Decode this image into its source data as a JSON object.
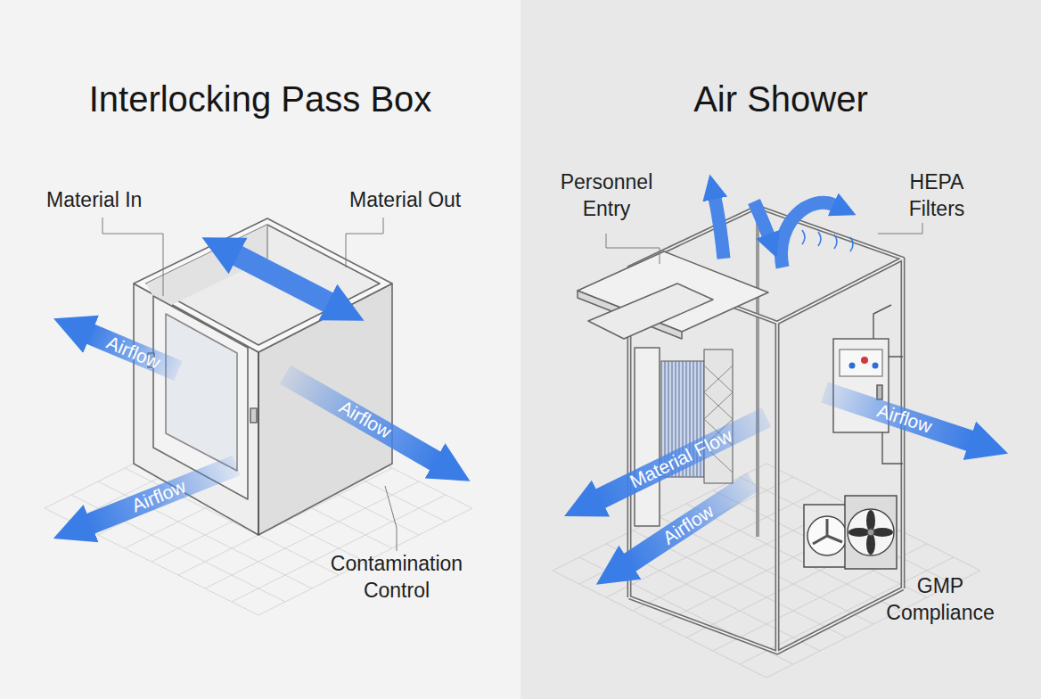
{
  "diagram": {
    "nodes": [
      {
        "text": [
          "Interlocking Pass Box"
        ]
      },
      {
        "text": [
          "Air Shower"
        ]
      }
    ],
    "labels": [
      "Material In",
      "Material Out",
      "Airflow",
      "Airflow",
      "Airflow",
      "Contamination Control",
      "Personnel Entry",
      "HEPA Filters",
      "Airflow",
      "Material Flow",
      "Airflow",
      "GMP Compliance"
    ]
  }
}
